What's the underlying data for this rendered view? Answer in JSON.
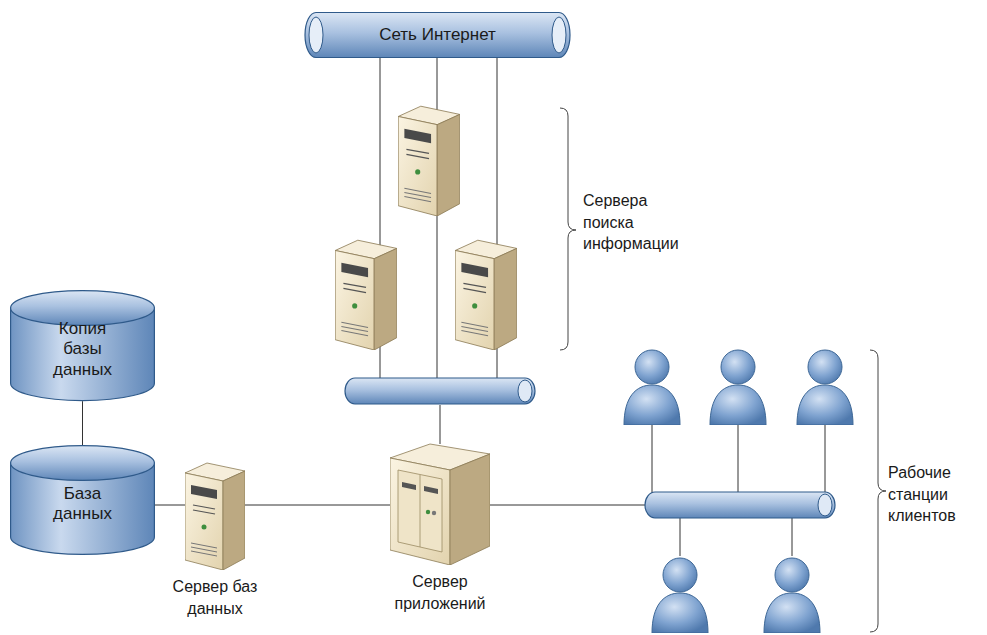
{
  "diagram": {
    "nodes": [
      {
        "text": [
          "Сеть Интернет"
        ]
      },
      {
        "text": [
          "Копия базы данных"
        ]
      },
      {
        "text": [
          "База данных"
        ]
      },
      {
        "text": [
          "Сервер баз данных"
        ]
      },
      {
        "text": [
          "Сервер приложений"
        ]
      }
    ],
    "edges": [
      {
        "from": 1,
        "to": 2,
        "arrow": "none"
      },
      {
        "from": 2,
        "to": 3,
        "arrow": "none"
      },
      {
        "from": 3,
        "to": 4,
        "arrow": "none"
      }
    ],
    "labels": [
      "Сервера поиска информации",
      "Рабочие станции клиентов"
    ]
  }
}
